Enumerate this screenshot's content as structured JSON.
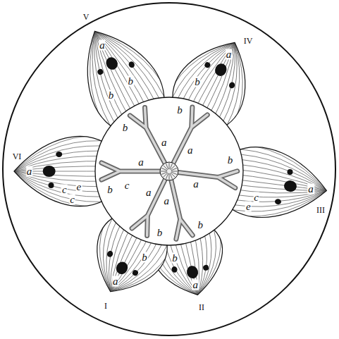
{
  "diagram": {
    "labels": [
      "I",
      "II",
      "III",
      "IV",
      "V",
      "VI",
      "a",
      "a",
      "a",
      "a",
      "a",
      "a",
      "b",
      "b",
      "b",
      "b",
      "b",
      "c",
      "e",
      "e",
      "c",
      "c",
      "a",
      "a",
      "a",
      "a",
      "a",
      "a",
      "b",
      "b",
      "b",
      "b",
      "b",
      "b",
      "c"
    ]
  }
}
